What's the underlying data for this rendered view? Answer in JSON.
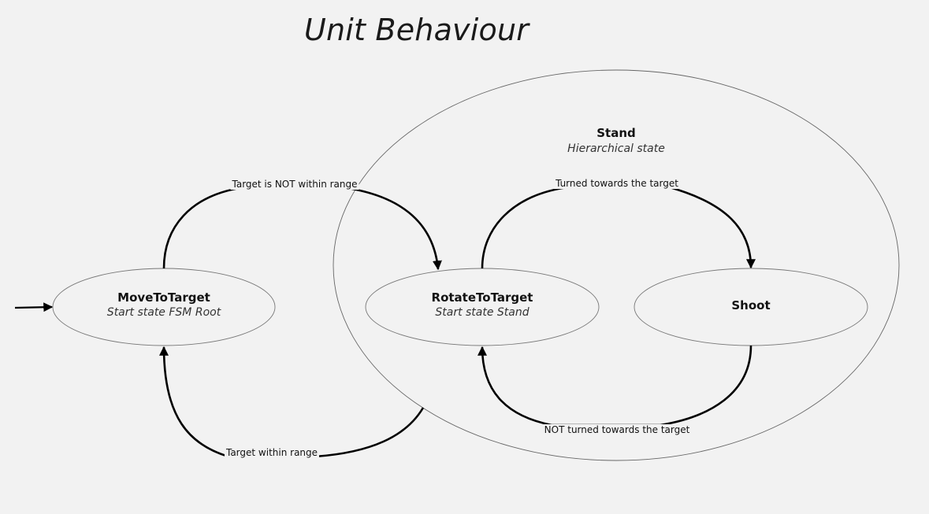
{
  "diagram": {
    "title": "Unit Behaviour",
    "states": {
      "move_to_target": {
        "name": "MoveToTarget",
        "subtitle": "Start state FSM Root"
      },
      "rotate_to_target": {
        "name": "RotateToTarget",
        "subtitle": "Start state Stand"
      },
      "shoot": {
        "name": "Shoot"
      },
      "stand": {
        "name": "Stand",
        "subtitle": "Hierarchical state"
      }
    },
    "transitions": {
      "move_to_rotate": "Target is NOT within range",
      "stand_to_move": "Target within range",
      "rotate_to_shoot": "Turned towards the target",
      "shoot_to_rotate": "NOT turned towards the target"
    }
  }
}
